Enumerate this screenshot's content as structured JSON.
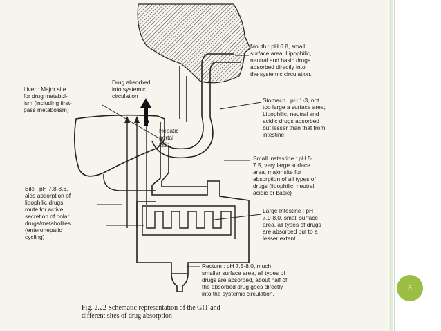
{
  "slide_number": "8",
  "colors": {
    "accent": "#9bbf45",
    "paper": "#f7f4ed",
    "ink": "#1b1b1b"
  },
  "labels": {
    "mouth": "Mouth : pH 6.8, small\nsurface area; Lipophilic,\nneutral and basic drugs\nabsorbed directly into\nthe systemic circulation.",
    "drug_absorbed": "Drug absorbed\ninto systemic\ncirculation",
    "liver": "Liver : Major site\nfor drug metabol-\nism (including first-\npass metabolism)",
    "stomach": "Stomach : pH 1-3, not\ntoo large a surface area;\nLipophilic, neutral and\nacidic drugs absorbed\nbut lesser than that from\nintestine",
    "hepatic": "Hepatic\nportal\nvein",
    "small_intestine": "Small Instestine : pH 5-\n7.5, very large surface\narea, major site for\nabsorption of all types of\ndrugs (lipophilic, neutral,\nacidic or basic)",
    "bile": "Bile : pH 7.8-8.6,\naids absorption of\nlipophilic drugs;\nroute for active\nsecretion of polar\ndrugs/metabolites\n(enterohepatic\ncycling)",
    "large_intestine": "Large Intestine : pH\n7.9-8.0, small surface\narea, all types of drugs\nare absorbed but to a\nlesser extent.",
    "rectum": "Rectum : pH 7.5-8.0, much\nsmaller surface area, all types of\ndrugs are absorbed, about half of\nthe absorbed drug goes directly\ninto the systemic circulation."
  },
  "caption": "Fig. 2.22  Schematic representation of the GIT and\n           different sites of drug absorption"
}
